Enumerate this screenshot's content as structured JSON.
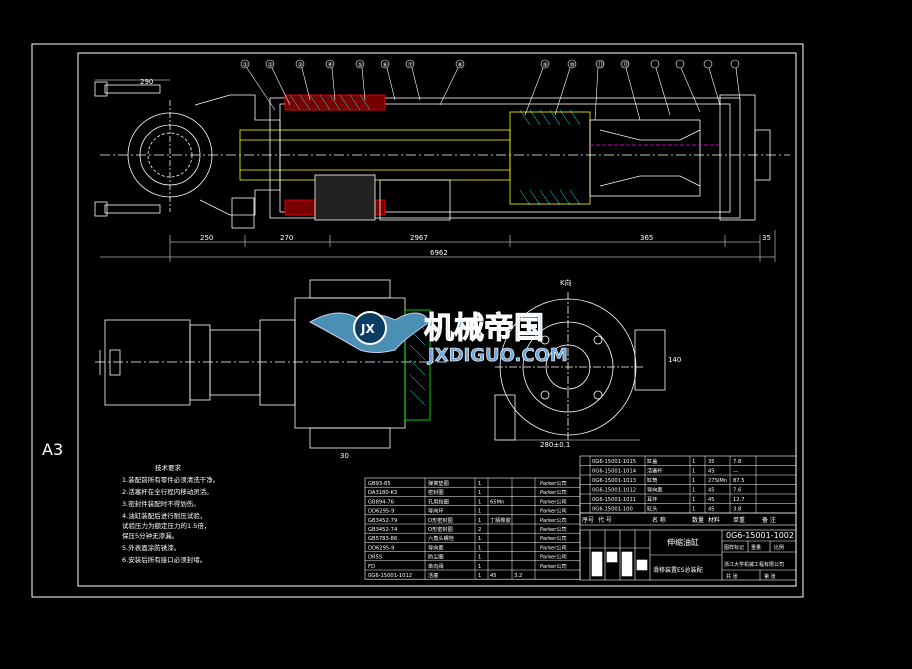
{
  "sheet": {
    "size_label": "A3"
  },
  "balloons": [
    "①",
    "②",
    "③",
    "④",
    "⑤",
    "⑥",
    "⑦",
    "⑧",
    "⑨",
    "⑩",
    "⑪",
    "⑫"
  ],
  "dimensions": {
    "top": [
      "250",
      "270",
      "2967",
      "365",
      "35"
    ],
    "overall": "6962",
    "left": "290",
    "bottom": "30",
    "view_k": "280±0.1",
    "k_label": "K向",
    "right": "140"
  },
  "watermark": {
    "name_cn": "机械帝国",
    "url": "JXDIGUO.COM",
    "logo_text": "JX"
  },
  "tech_req": {
    "title": "技术要求",
    "items": [
      "1.装配前所有零件必须清洗干净。",
      "2.活塞杆在全行程内移动灵活。",
      "3.密封件装配时不得划伤。",
      "4.油缸装配后进行耐压试验，",
      "   试验压力为额定压力的1.5倍，",
      "   保压5分钟无渗漏。",
      "5.外表面涂防锈漆。",
      "6.安装后所有接口必须封堵。"
    ]
  },
  "bom_left": [
    [
      "GB93-85",
      "弹簧垫圈",
      "1",
      "",
      "",
      "Parker公司"
    ],
    [
      "DA3180-K3",
      "密封圈",
      "1",
      "",
      "",
      "Parker公司"
    ],
    [
      "GB894-76",
      "孔用挡圈",
      "1",
      "65Mn",
      "",
      "Parker公司"
    ],
    [
      "DD6295-9",
      "导向环",
      "1",
      "",
      "",
      "Parker公司"
    ],
    [
      "GB3452-79",
      "O形密封圈",
      "1",
      "丁腈橡胶",
      "",
      "Parker公司"
    ],
    [
      "GB3452-74",
      "O形密封圈",
      "2",
      "",
      "",
      "Parker公司"
    ],
    [
      "GB5783-86",
      "六角头螺栓",
      "1",
      "",
      "",
      "Parker公司"
    ],
    [
      "DD6295-9",
      "导向套",
      "1",
      "",
      "",
      "Parker公司"
    ],
    [
      "DR5S",
      "防尘圈",
      "1",
      "",
      "",
      "Parker公司"
    ],
    [
      "FD",
      "单向阀",
      "1",
      "",
      "",
      "Parker公司"
    ],
    [
      "0G6-15001-1012",
      "活塞",
      "1",
      "45",
      "3.2",
      ""
    ]
  ],
  "bom_right": [
    [
      "0G6-15001-1015",
      "缸盖",
      "1",
      "35",
      "7.8",
      ""
    ],
    [
      "0G6-15001-1014",
      "活塞杆",
      "1",
      "45",
      "—",
      ""
    ],
    [
      "0G6-15001-1013",
      "缸筒",
      "1",
      "27SiMn",
      "87.5",
      ""
    ],
    [
      "0G6-15001-1012",
      "导向套",
      "1",
      "45",
      "7.6",
      ""
    ],
    [
      "0G6-15001-1011",
      "耳环",
      "1",
      "45",
      "12.7",
      ""
    ],
    [
      "0G6-15001-100",
      "缸头",
      "1",
      "45",
      "3.8",
      ""
    ]
  ],
  "bom_header": [
    "序号",
    "代  号",
    "名  称",
    "数量",
    "材料",
    "单重",
    "备  注"
  ],
  "title_block": {
    "drawing_title": "伸缩油缸",
    "drawing_no": "0G6-15001-1002",
    "company": "浙江大学机械工程有限公司",
    "assembly": "滑移装置ES总装配",
    "cell_stage": "图样标记",
    "cell_weight": "重量",
    "cell_scale": "比例",
    "cell_total": "共   张",
    "cell_sheet": "第   张"
  }
}
